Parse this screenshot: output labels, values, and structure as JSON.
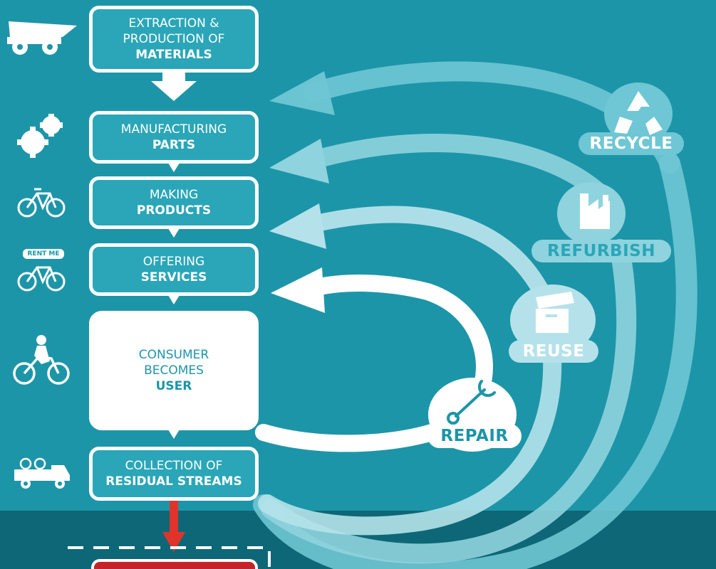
{
  "steps": {
    "extraction": {
      "line1": "EXTRACTION &",
      "line2": "PRODUCTION OF",
      "bold": "MATERIALS"
    },
    "manufacturing": {
      "line1": "MANUFACTURING",
      "bold": "PARTS"
    },
    "making": {
      "line1": "MAKING",
      "bold": "PRODUCTS"
    },
    "offering": {
      "line1": "OFFERING",
      "bold": "SERVICES"
    },
    "consumer": {
      "line1": "CONSUMER",
      "line2": "BECOMES",
      "bold": "USER"
    },
    "collection": {
      "line1": "COLLECTION OF",
      "bold": "RESIDUAL STREAMS"
    }
  },
  "loops": {
    "recycle": "RECYCLE",
    "refurbish": "REFURBISH",
    "reuse": "REUSE",
    "repair": "REPAIR"
  },
  "icons": {
    "rent_tag": "RENT ME",
    "names": [
      "dump-truck-icon",
      "gears-icon",
      "bicycle-icon",
      "rental-bicycle-icon",
      "cyclist-icon",
      "pickup-truck-icon",
      "recycle-icon",
      "factory-icon",
      "box-icon",
      "wrench-icon"
    ]
  },
  "colors": {
    "background": "#1d95a8",
    "dark_band": "#0e6776",
    "box_fill": "#2aa6b8",
    "recycle_loop": "#6fc6d4",
    "refurbish_loop": "#8fd3de",
    "reuse_loop": "#b5e2ea",
    "repair_loop": "#ffffff",
    "disposal_arrow": "#e0332c"
  }
}
